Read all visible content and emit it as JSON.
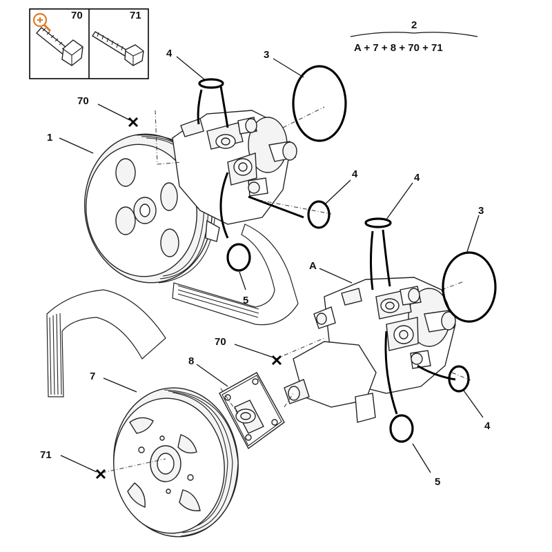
{
  "inset": {
    "bolt_70_label": "70",
    "bolt_71_label": "71",
    "zoom_icon": "magnifier-plus-icon",
    "zoom_color": "#e07a1f"
  },
  "kit": {
    "number": "2",
    "formula": "A + 7 + 8 + 70 + 71"
  },
  "callouts": {
    "pulley_1": "1",
    "oring_3_upper": "3",
    "oring_3_lower": "3",
    "seal_4_top_left": "4",
    "seal_4_mid": "4",
    "seal_4_right_top": "4",
    "seal_4_right_bottom": "4",
    "oring_5_upper": "5",
    "oring_5_lower": "5",
    "bolt_70_upper": "70",
    "bolt_70_lower": "70",
    "bolt_71": "71",
    "pulley_7": "7",
    "plate_8": "8",
    "pump_A": "A"
  },
  "colors": {
    "line": "#222222",
    "accent": "#e07a1f"
  }
}
